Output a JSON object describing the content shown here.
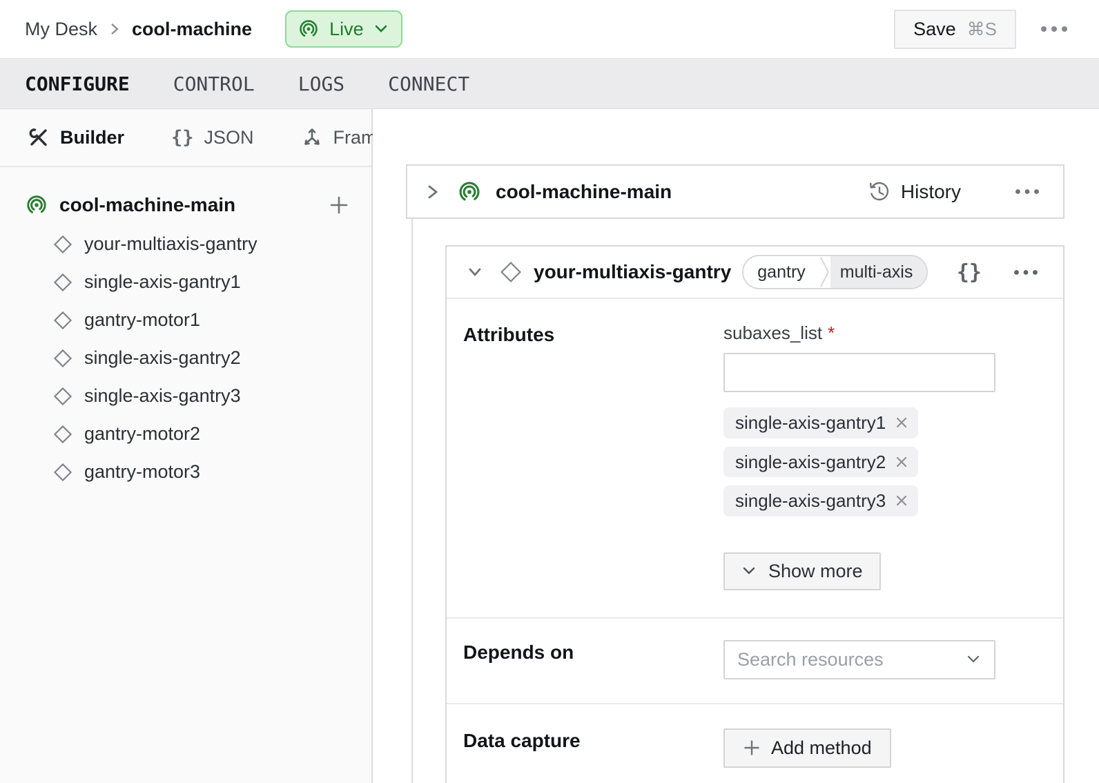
{
  "header": {
    "breadcrumb": {
      "parent": "My Desk",
      "current": "cool-machine"
    },
    "live_badge": {
      "label": "Live"
    },
    "save_button": {
      "label": "Save",
      "shortcut": "⌘S"
    }
  },
  "tabs": [
    {
      "label": "CONFIGURE",
      "active": true
    },
    {
      "label": "CONTROL",
      "active": false
    },
    {
      "label": "LOGS",
      "active": false
    },
    {
      "label": "CONNECT",
      "active": false
    }
  ],
  "sidebar": {
    "views": [
      {
        "label": "Builder",
        "icon": "tools-icon",
        "active": true
      },
      {
        "label": "JSON",
        "icon": "braces-icon",
        "active": false
      },
      {
        "label": "Frame",
        "icon": "axes-icon",
        "active": false
      }
    ],
    "tree": {
      "root": {
        "label": "cool-machine-main"
      },
      "items": [
        "your-multiaxis-gantry",
        "single-axis-gantry1",
        "gantry-motor1",
        "single-axis-gantry2",
        "single-axis-gantry3",
        "gantry-motor2",
        "gantry-motor3"
      ]
    }
  },
  "main": {
    "part_header": {
      "title": "cool-machine-main",
      "history_label": "History"
    },
    "component_card": {
      "title": "your-multiaxis-gantry",
      "badges": [
        "gantry",
        "multi-axis"
      ],
      "json_icon_glyph": "{}",
      "attributes": {
        "section_label": "Attributes",
        "field_label": "subaxes_list",
        "required_marker": "*",
        "input_value": "",
        "chips": [
          "single-axis-gantry1",
          "single-axis-gantry2",
          "single-axis-gantry3"
        ],
        "show_more_label": "Show more"
      },
      "depends_on": {
        "section_label": "Depends on",
        "placeholder": "Search resources"
      },
      "data_capture": {
        "section_label": "Data capture",
        "add_method_label": "Add method"
      }
    }
  },
  "colors": {
    "accent_green": "#2a7e33",
    "live_badge_bg": "#ddf4dc",
    "live_badge_border": "#8cd995",
    "live_badge_text": "#1e7b2e",
    "required_red": "#b3261e",
    "tabbar_bg": "#ebebee",
    "sidebar_bg": "#fafafa",
    "chip_bg": "#f1f1f4",
    "button_bg": "#f5f5f6",
    "border": "#d9d9db"
  }
}
